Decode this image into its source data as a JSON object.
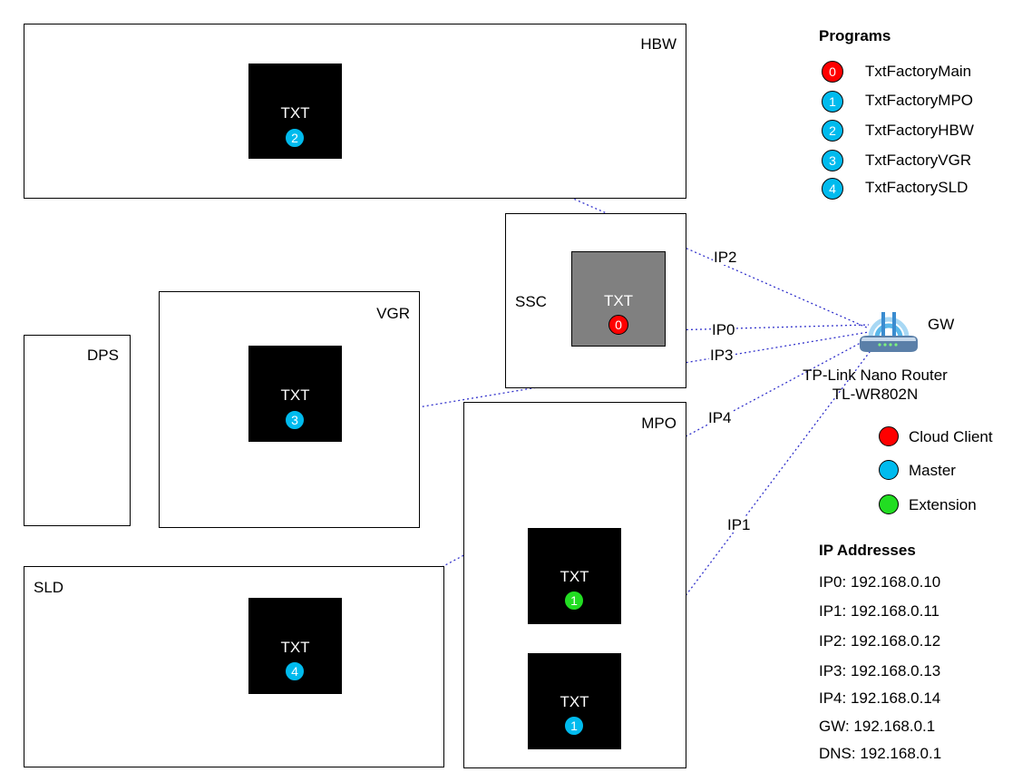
{
  "stations": {
    "hbw": {
      "label": "HBW"
    },
    "ssc": {
      "label": "SSC"
    },
    "vgr": {
      "label": "VGR"
    },
    "dps": {
      "label": "DPS"
    },
    "mpo": {
      "label": "MPO"
    },
    "sld": {
      "label": "SLD"
    }
  },
  "controllers": {
    "hbw": {
      "label": "TXT",
      "badge": "2"
    },
    "ssc": {
      "label": "TXT",
      "badge": "0"
    },
    "vgr": {
      "label": "TXT",
      "badge": "3"
    },
    "mpo_ext": {
      "label": "TXT",
      "badge": "1"
    },
    "mpo_master": {
      "label": "TXT",
      "badge": "1"
    },
    "sld": {
      "label": "TXT",
      "badge": "4"
    }
  },
  "links": {
    "ip0": "IP0",
    "ip1": "IP1",
    "ip2": "IP2",
    "ip3": "IP3",
    "ip4": "IP4"
  },
  "router": {
    "gw_label": "GW",
    "name_line1": "TP-Link Nano Router",
    "name_line2": "TL-WR802N",
    "icon": "wifi-router-icon"
  },
  "programs": {
    "title": "Programs",
    "items": [
      {
        "num": "0",
        "name": "TxtFactoryMain",
        "color": "#ff0000"
      },
      {
        "num": "1",
        "name": "TxtFactoryMPO",
        "color": "#00bbee"
      },
      {
        "num": "2",
        "name": "TxtFactoryHBW",
        "color": "#00bbee"
      },
      {
        "num": "3",
        "name": "TxtFactoryVGR",
        "color": "#00bbee"
      },
      {
        "num": "4",
        "name": "TxtFactorySLD",
        "color": "#00bbee"
      }
    ]
  },
  "categories": [
    {
      "label": "Cloud Client",
      "color": "#ff0000"
    },
    {
      "label": "Master",
      "color": "#00bbee"
    },
    {
      "label": "Extension",
      "color": "#22dd22"
    }
  ],
  "ip_addresses": {
    "title": "IP Addresses",
    "items": [
      "IP0: 192.168.0.10",
      "IP1: 192.168.0.11",
      "IP2: 192.168.0.12",
      "IP3: 192.168.0.13",
      "IP4: 192.168.0.14",
      "GW: 192.168.0.1",
      "DNS: 192.168.0.1"
    ]
  },
  "colors": {
    "link": "#3333cc",
    "controller": "#000000",
    "ssc_controller": "#808080"
  }
}
